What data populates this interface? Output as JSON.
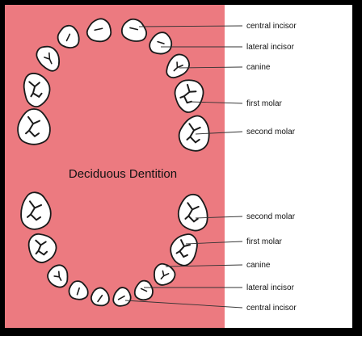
{
  "title": "Deciduous Dentition",
  "colors": {
    "frame": "#000000",
    "gum": "#ec7a80",
    "tooth_fill": "#ffffff",
    "tooth_stroke": "#1a1a1a",
    "leader": "#333333",
    "label_text": "#111111"
  },
  "upper_labels": [
    "central incisor",
    "lateral incisor",
    "canine",
    "first molar",
    "second molar"
  ],
  "lower_labels": [
    "second molar",
    "first molar",
    "canine",
    "lateral incisor",
    "central incisor"
  ]
}
